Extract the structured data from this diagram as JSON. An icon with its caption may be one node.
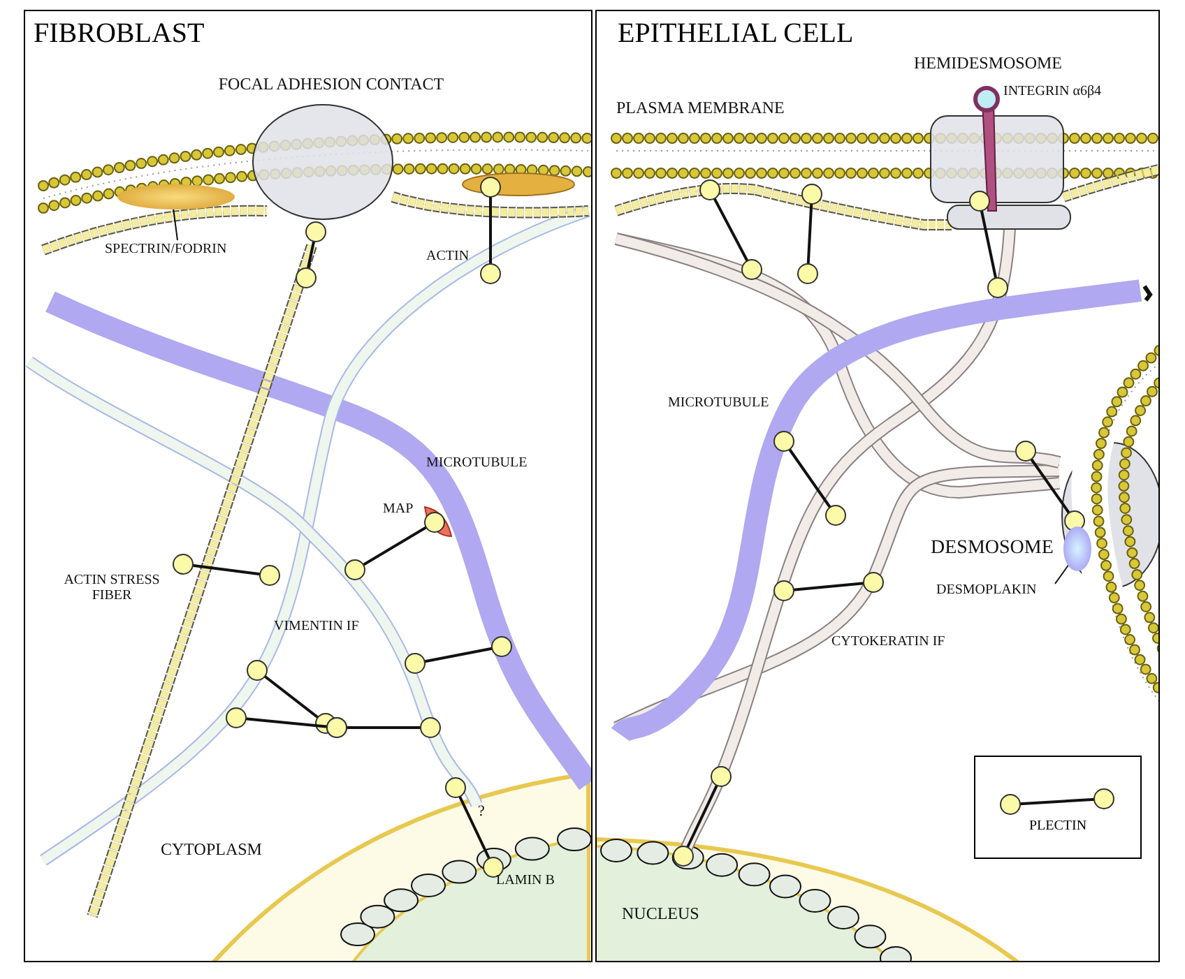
{
  "diagram": {
    "nodes": [
      {
        "text": [
          "FIBROBLAST"
        ]
      },
      {
        "text": [
          "SPECTRIN/FODRIN"
        ],
        "in": 0
      },
      {
        "text": [],
        "shape": "ellipse",
        "in": 0
      },
      {
        "text": [
          "EPITHELIAL CELL"
        ]
      },
      {
        "text": [
          "DESMOPLAKIN"
        ],
        "in": 3
      },
      {
        "text": [],
        "shape": "ellipse",
        "in": 3
      }
    ],
    "edges": [
      {
        "from": 1,
        "to": 2,
        "arrow": "none"
      },
      {
        "from": 4,
        "to": 5,
        "arrow": "none"
      }
    ],
    "labels": [
      "FOCAL ADHESION CONTACT",
      "ACTIN",
      "MICROTUBULE",
      "MAP",
      "ACTIN STRESS FIBER",
      "VIMENTIN IF",
      "?",
      "CYTOPLASM",
      "LAMIN B",
      "HEMIDESMOSOME",
      "PLASMA MEMBRANE",
      "INTEGRIN α6β4",
      "MICROTUBULE",
      "DESMOSOME",
      "CYTOKERATIN IF",
      "NUCLEUS"
    ],
    "legend": [
      {
        "text": "PLECTIN"
      }
    ]
  }
}
